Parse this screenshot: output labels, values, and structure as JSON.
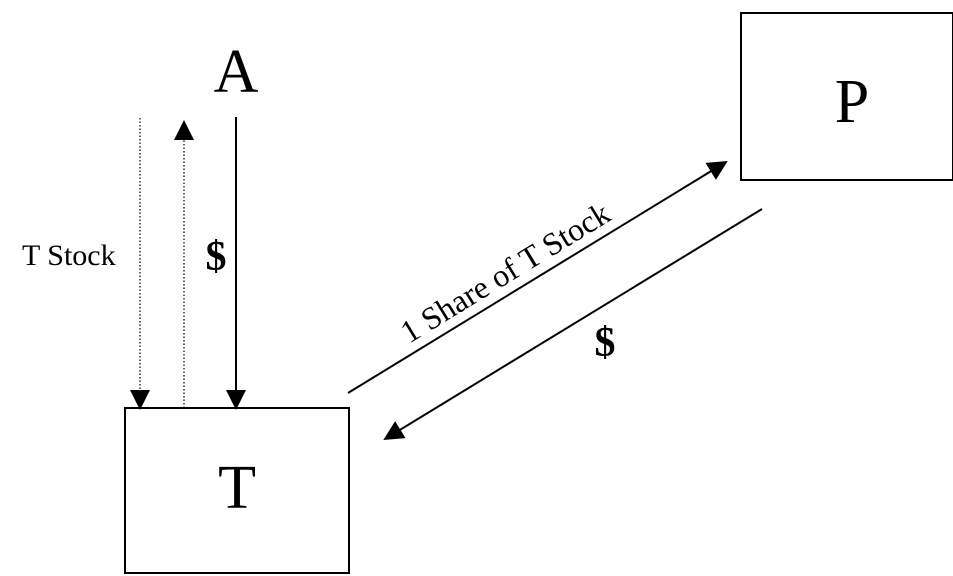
{
  "nodes": {
    "a": "A",
    "p": "P",
    "t": "T"
  },
  "edges": {
    "a_to_t_stock": "T Stock",
    "a_to_t_dollar": "$",
    "t_to_p_share": "1 Share of T Stock",
    "p_to_t_dollar": "$"
  }
}
